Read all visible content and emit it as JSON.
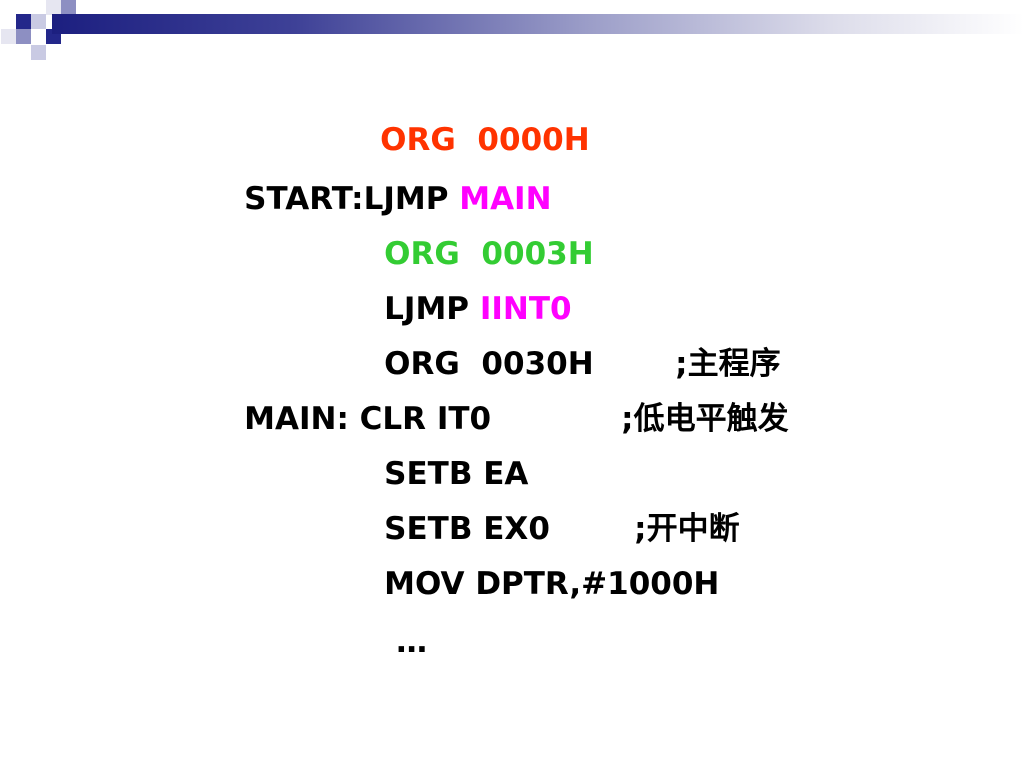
{
  "colors": {
    "org_first": "#ff3300",
    "label_target": "#ff00ff",
    "org_vector": "#33cc33",
    "header_dark": "#23278a"
  },
  "lines": [
    {
      "label": "",
      "instr": "ORG  0000H",
      "operand": "",
      "comment": ""
    },
    {
      "label": "START:",
      "instr": "LJMP ",
      "operand": "MAIN",
      "comment": ""
    },
    {
      "label": "",
      "instr": "ORG  0003H",
      "operand": "",
      "comment": ""
    },
    {
      "label": "",
      "instr": "LJMP ",
      "operand": "IINT0",
      "comment": ""
    },
    {
      "label": "",
      "instr": "ORG  0030H",
      "operand": "",
      "comment": ";主程序"
    },
    {
      "label": "MAIN:",
      "instr": " CLR IT0",
      "operand": "",
      "comment": ";低电平触发"
    },
    {
      "label": "",
      "instr": "SETB EA",
      "operand": "",
      "comment": ""
    },
    {
      "label": "",
      "instr": "SETB EX0",
      "operand": "",
      "comment": ";开中断"
    },
    {
      "label": "",
      "instr": "MOV DPTR,#1000H",
      "operand": "",
      "comment": ""
    },
    {
      "label": "",
      "instr": "…",
      "operand": "",
      "comment": ""
    }
  ]
}
